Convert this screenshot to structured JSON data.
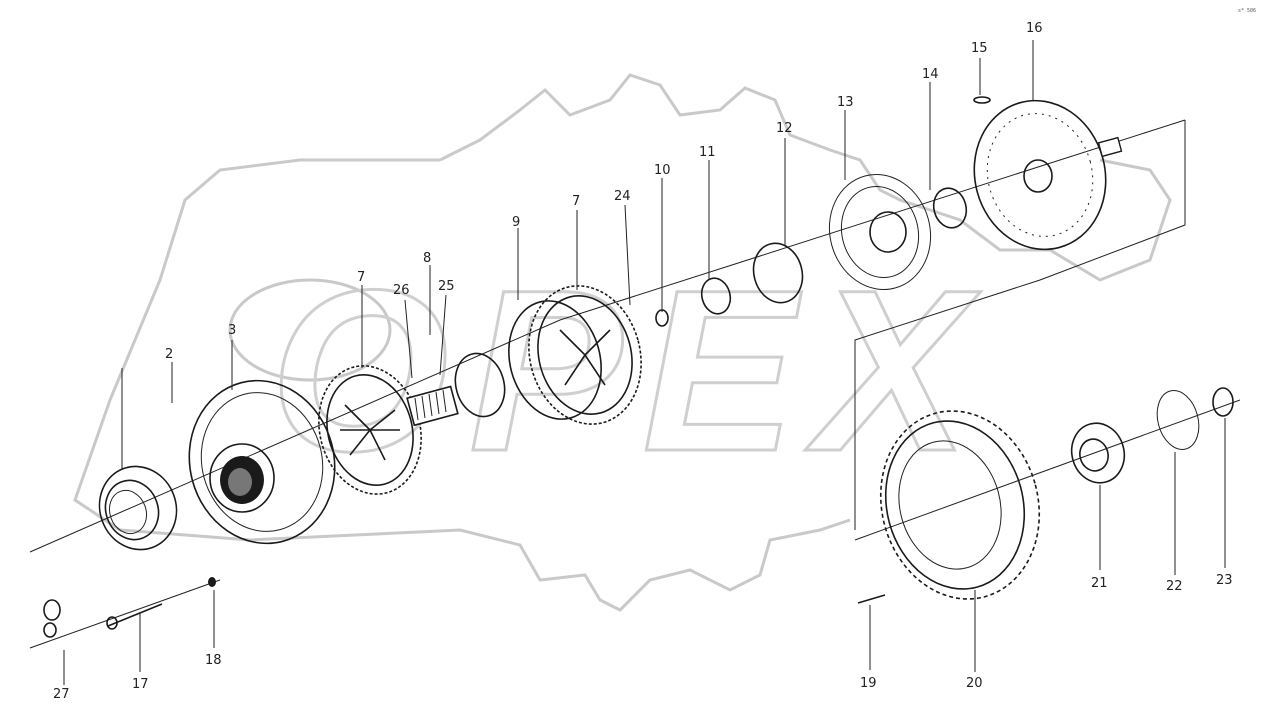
{
  "drawing": {
    "corner_code": "s* 506",
    "watermark_text": "OPEX",
    "callouts": [
      {
        "id": "c1",
        "text": "16"
      },
      {
        "id": "c2",
        "text": "15"
      },
      {
        "id": "c3",
        "text": "14"
      },
      {
        "id": "c4",
        "text": "13"
      },
      {
        "id": "c5",
        "text": "12"
      },
      {
        "id": "c6",
        "text": "11"
      },
      {
        "id": "c7",
        "text": "10"
      },
      {
        "id": "c8",
        "text": "7"
      },
      {
        "id": "c9",
        "text": "24"
      },
      {
        "id": "c10",
        "text": "9"
      },
      {
        "id": "c11",
        "text": "8"
      },
      {
        "id": "c12",
        "text": "26"
      },
      {
        "id": "c13",
        "text": "25"
      },
      {
        "id": "c14",
        "text": "7"
      },
      {
        "id": "c15",
        "text": "3"
      },
      {
        "id": "c16",
        "text": "2"
      },
      {
        "id": "c17",
        "text": "18"
      },
      {
        "id": "c18",
        "text": "17"
      },
      {
        "id": "c19",
        "text": "27"
      },
      {
        "id": "c20",
        "text": "19"
      },
      {
        "id": "c21",
        "text": "20"
      },
      {
        "id": "c22",
        "text": "21"
      },
      {
        "id": "c23",
        "text": "22"
      },
      {
        "id": "c24",
        "text": "23"
      }
    ]
  }
}
